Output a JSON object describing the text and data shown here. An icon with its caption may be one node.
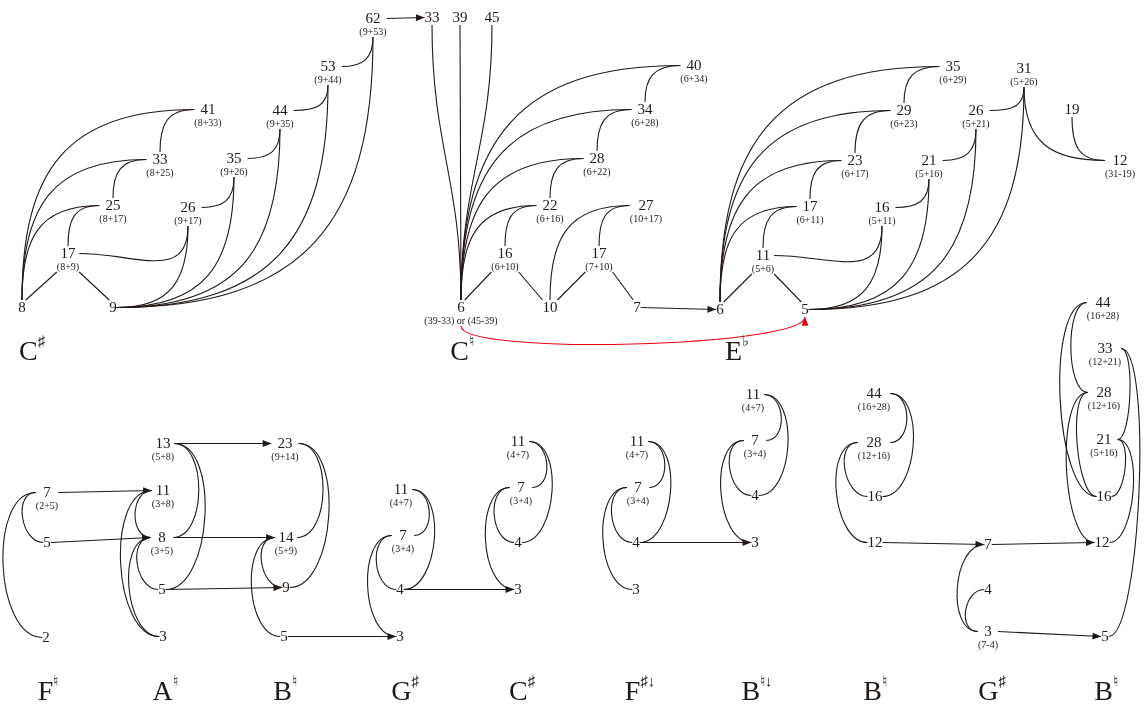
{
  "diagram": {
    "nodes": [
      {
        "text": [
          "8"
        ]
      },
      {
        "text": [
          "9"
        ]
      },
      {
        "text": [
          "17",
          "(8+9)"
        ]
      },
      {
        "text": [
          "25",
          "(8+17)"
        ]
      },
      {
        "text": [
          "26",
          "(9+17)"
        ]
      },
      {
        "text": [
          "33",
          "(8+25)"
        ]
      },
      {
        "text": [
          "35",
          "(9+26)"
        ]
      },
      {
        "text": [
          "41",
          "(8+33)"
        ]
      },
      {
        "text": [
          "44",
          "(9+35)"
        ]
      },
      {
        "text": [
          "53",
          "(9+44)"
        ]
      },
      {
        "text": [
          "62",
          "(9+53)"
        ]
      },
      {
        "text": [
          "33"
        ]
      },
      {
        "text": [
          "39"
        ]
      },
      {
        "text": [
          "45"
        ]
      },
      {
        "text": [
          "6",
          "(39-33) or (45-39)"
        ]
      },
      {
        "text": [
          "10"
        ]
      },
      {
        "text": [
          "7"
        ]
      },
      {
        "text": [
          "16",
          "(6+10)"
        ]
      },
      {
        "text": [
          "17",
          "(7+10)"
        ]
      },
      {
        "text": [
          "22",
          "(6+16)"
        ]
      },
      {
        "text": [
          "27",
          "(10+17)"
        ]
      },
      {
        "text": [
          "28",
          "(6+22)"
        ]
      },
      {
        "text": [
          "34",
          "(6+28)"
        ]
      },
      {
        "text": [
          "40",
          "(6+34)"
        ]
      },
      {
        "text": [
          "6"
        ]
      },
      {
        "text": [
          "5"
        ]
      },
      {
        "text": [
          "11",
          "(5+6)"
        ]
      },
      {
        "text": [
          "17",
          "(6+11)"
        ]
      },
      {
        "text": [
          "16",
          "(5+11)"
        ]
      },
      {
        "text": [
          "23",
          "(6+17)"
        ]
      },
      {
        "text": [
          "21",
          "(5+16)"
        ]
      },
      {
        "text": [
          "29",
          "(6+23)"
        ]
      },
      {
        "text": [
          "26",
          "(5+21)"
        ]
      },
      {
        "text": [
          "35",
          "(6+29)"
        ]
      },
      {
        "text": [
          "31",
          "(5+26)"
        ]
      },
      {
        "text": [
          "19"
        ]
      },
      {
        "text": [
          "12",
          "(31-19)"
        ]
      },
      {
        "text": [
          "7",
          "(2+5)"
        ]
      },
      {
        "text": [
          "5"
        ]
      },
      {
        "text": [
          "2"
        ]
      },
      {
        "text": [
          "13",
          "(5+8)"
        ]
      },
      {
        "text": [
          "11",
          "(3+8)"
        ]
      },
      {
        "text": [
          "8",
          "(3+5)"
        ]
      },
      {
        "text": [
          "5"
        ]
      },
      {
        "text": [
          "3"
        ]
      },
      {
        "text": [
          "23",
          "(9+14)"
        ]
      },
      {
        "text": [
          "14",
          "(5+9)"
        ]
      },
      {
        "text": [
          "9"
        ]
      },
      {
        "text": [
          "5"
        ]
      },
      {
        "text": [
          "11",
          "(4+7)"
        ]
      },
      {
        "text": [
          "7",
          "(3+4)"
        ]
      },
      {
        "text": [
          "4"
        ]
      },
      {
        "text": [
          "3"
        ]
      },
      {
        "text": [
          "11",
          "(4+7)"
        ]
      },
      {
        "text": [
          "7",
          "(3+4)"
        ]
      },
      {
        "text": [
          "4"
        ]
      },
      {
        "text": [
          "3"
        ]
      },
      {
        "text": [
          "11",
          "(4+7)"
        ]
      },
      {
        "text": [
          "7",
          "(3+4)"
        ]
      },
      {
        "text": [
          "4"
        ]
      },
      {
        "text": [
          "3"
        ]
      },
      {
        "text": [
          "11",
          "(4+7)"
        ]
      },
      {
        "text": [
          "7",
          "(3+4)"
        ]
      },
      {
        "text": [
          "4"
        ]
      },
      {
        "text": [
          "3"
        ]
      },
      {
        "text": [
          "44",
          "(16+28)"
        ]
      },
      {
        "text": [
          "28",
          "(12+16)"
        ]
      },
      {
        "text": [
          "16"
        ]
      },
      {
        "text": [
          "12"
        ]
      },
      {
        "text": [
          "7"
        ]
      },
      {
        "text": [
          "4"
        ]
      },
      {
        "text": [
          "3",
          "(7-4)"
        ]
      },
      {
        "text": [
          "44",
          "(16+28)"
        ]
      },
      {
        "text": [
          "33",
          "(12+21)"
        ]
      },
      {
        "text": [
          "28",
          "(12+16)"
        ]
      },
      {
        "text": [
          "21",
          "(5+16)"
        ]
      },
      {
        "text": [
          "16"
        ]
      },
      {
        "text": [
          "12"
        ]
      },
      {
        "text": [
          "5"
        ]
      }
    ],
    "edges": [
      {
        "from": 0,
        "to": 2,
        "arrow": "none"
      },
      {
        "from": 1,
        "to": 2,
        "arrow": "none"
      },
      {
        "from": 2,
        "to": 3,
        "arrow": "none"
      },
      {
        "from": 0,
        "to": 3,
        "arrow": "none"
      },
      {
        "from": 3,
        "to": 5,
        "arrow": "none"
      },
      {
        "from": 0,
        "to": 5,
        "arrow": "none"
      },
      {
        "from": 5,
        "to": 7,
        "arrow": "none"
      },
      {
        "from": 0,
        "to": 7,
        "arrow": "none"
      },
      {
        "from": 2,
        "to": 4,
        "arrow": "none"
      },
      {
        "from": 1,
        "to": 4,
        "arrow": "none"
      },
      {
        "from": 4,
        "to": 6,
        "arrow": "none"
      },
      {
        "from": 1,
        "to": 6,
        "arrow": "none"
      },
      {
        "from": 6,
        "to": 8,
        "arrow": "none"
      },
      {
        "from": 1,
        "to": 8,
        "arrow": "none"
      },
      {
        "from": 8,
        "to": 9,
        "arrow": "none"
      },
      {
        "from": 1,
        "to": 9,
        "arrow": "none"
      },
      {
        "from": 9,
        "to": 10,
        "arrow": "none"
      },
      {
        "from": 1,
        "to": 10,
        "arrow": "none"
      },
      {
        "from": 10,
        "to": 11,
        "arrow": "to"
      },
      {
        "from": 14,
        "to": 17,
        "arrow": "none"
      },
      {
        "from": 15,
        "to": 17,
        "arrow": "none"
      },
      {
        "from": 15,
        "to": 18,
        "arrow": "none"
      },
      {
        "from": 16,
        "to": 18,
        "arrow": "none"
      },
      {
        "from": 17,
        "to": 19,
        "arrow": "none"
      },
      {
        "from": 14,
        "to": 19,
        "arrow": "none"
      },
      {
        "from": 19,
        "to": 21,
        "arrow": "none"
      },
      {
        "from": 14,
        "to": 21,
        "arrow": "none"
      },
      {
        "from": 21,
        "to": 22,
        "arrow": "none"
      },
      {
        "from": 14,
        "to": 22,
        "arrow": "none"
      },
      {
        "from": 22,
        "to": 23,
        "arrow": "none"
      },
      {
        "from": 14,
        "to": 23,
        "arrow": "none"
      },
      {
        "from": 15,
        "to": 20,
        "arrow": "none"
      },
      {
        "from": 18,
        "to": 20,
        "arrow": "none"
      },
      {
        "from": 14,
        "to": 11,
        "arrow": "none"
      },
      {
        "from": 14,
        "to": 12,
        "arrow": "none"
      },
      {
        "from": 14,
        "to": 13,
        "arrow": "none"
      },
      {
        "from": 16,
        "to": 24,
        "arrow": "to"
      },
      {
        "from": 14,
        "to": 25,
        "arrow": "to",
        "color": "#e60012"
      },
      {
        "from": 24,
        "to": 26,
        "arrow": "none"
      },
      {
        "from": 25,
        "to": 26,
        "arrow": "none"
      },
      {
        "from": 26,
        "to": 27,
        "arrow": "none"
      },
      {
        "from": 24,
        "to": 27,
        "arrow": "none"
      },
      {
        "from": 27,
        "to": 29,
        "arrow": "none"
      },
      {
        "from": 24,
        "to": 29,
        "arrow": "none"
      },
      {
        "from": 29,
        "to": 31,
        "arrow": "none"
      },
      {
        "from": 24,
        "to": 31,
        "arrow": "none"
      },
      {
        "from": 31,
        "to": 33,
        "arrow": "none"
      },
      {
        "from": 24,
        "to": 33,
        "arrow": "none"
      },
      {
        "from": 26,
        "to": 28,
        "arrow": "none"
      },
      {
        "from": 25,
        "to": 28,
        "arrow": "none"
      },
      {
        "from": 28,
        "to": 30,
        "arrow": "none"
      },
      {
        "from": 25,
        "to": 30,
        "arrow": "none"
      },
      {
        "from": 30,
        "to": 32,
        "arrow": "none"
      },
      {
        "from": 25,
        "to": 32,
        "arrow": "none"
      },
      {
        "from": 32,
        "to": 34,
        "arrow": "none"
      },
      {
        "from": 25,
        "to": 34,
        "arrow": "none"
      },
      {
        "from": 34,
        "to": 36,
        "arrow": "none"
      },
      {
        "from": 35,
        "to": 36,
        "arrow": "none"
      },
      {
        "from": 37,
        "to": 38,
        "arrow": "none"
      },
      {
        "from": 37,
        "to": 39,
        "arrow": "none"
      },
      {
        "from": 37,
        "to": 41,
        "arrow": "to"
      },
      {
        "from": 38,
        "to": 42,
        "arrow": "to"
      },
      {
        "from": 41,
        "to": 42,
        "arrow": "none"
      },
      {
        "from": 41,
        "to": 44,
        "arrow": "none"
      },
      {
        "from": 42,
        "to": 43,
        "arrow": "none"
      },
      {
        "from": 42,
        "to": 44,
        "arrow": "none"
      },
      {
        "from": 40,
        "to": 42,
        "arrow": "none"
      },
      {
        "from": 40,
        "to": 43,
        "arrow": "none"
      },
      {
        "from": 40,
        "to": 45,
        "arrow": "to"
      },
      {
        "from": 42,
        "to": 46,
        "arrow": "to"
      },
      {
        "from": 43,
        "to": 47,
        "arrow": "to"
      },
      {
        "from": 45,
        "to": 46,
        "arrow": "none"
      },
      {
        "from": 45,
        "to": 47,
        "arrow": "none"
      },
      {
        "from": 46,
        "to": 47,
        "arrow": "none"
      },
      {
        "from": 46,
        "to": 48,
        "arrow": "none"
      },
      {
        "from": 48,
        "to": 52,
        "arrow": "to"
      },
      {
        "from": 49,
        "to": 50,
        "arrow": "none"
      },
      {
        "from": 49,
        "to": 51,
        "arrow": "none"
      },
      {
        "from": 50,
        "to": 51,
        "arrow": "none"
      },
      {
        "from": 50,
        "to": 52,
        "arrow": "none"
      },
      {
        "from": 51,
        "to": 56,
        "arrow": "to"
      },
      {
        "from": 53,
        "to": 54,
        "arrow": "none"
      },
      {
        "from": 53,
        "to": 55,
        "arrow": "none"
      },
      {
        "from": 54,
        "to": 55,
        "arrow": "none"
      },
      {
        "from": 54,
        "to": 56,
        "arrow": "none"
      },
      {
        "from": 57,
        "to": 58,
        "arrow": "none"
      },
      {
        "from": 57,
        "to": 59,
        "arrow": "none"
      },
      {
        "from": 58,
        "to": 59,
        "arrow": "none"
      },
      {
        "from": 58,
        "to": 60,
        "arrow": "none"
      },
      {
        "from": 59,
        "to": 64,
        "arrow": "to"
      },
      {
        "from": 61,
        "to": 62,
        "arrow": "none"
      },
      {
        "from": 61,
        "to": 63,
        "arrow": "none"
      },
      {
        "from": 62,
        "to": 63,
        "arrow": "none"
      },
      {
        "from": 62,
        "to": 64,
        "arrow": "none"
      },
      {
        "from": 65,
        "to": 66,
        "arrow": "none"
      },
      {
        "from": 65,
        "to": 67,
        "arrow": "none"
      },
      {
        "from": 66,
        "to": 67,
        "arrow": "none"
      },
      {
        "from": 66,
        "to": 68,
        "arrow": "none"
      },
      {
        "from": 68,
        "to": 69,
        "arrow": "to"
      },
      {
        "from": 69,
        "to": 71,
        "arrow": "none"
      },
      {
        "from": 70,
        "to": 71,
        "arrow": "none"
      },
      {
        "from": 69,
        "to": 77,
        "arrow": "to"
      },
      {
        "from": 71,
        "to": 78,
        "arrow": "to"
      },
      {
        "from": 72,
        "to": 74,
        "arrow": "none"
      },
      {
        "from": 72,
        "to": 76,
        "arrow": "none"
      },
      {
        "from": 74,
        "to": 76,
        "arrow": "none"
      },
      {
        "from": 74,
        "to": 77,
        "arrow": "none"
      },
      {
        "from": 73,
        "to": 75,
        "arrow": "none"
      },
      {
        "from": 73,
        "to": 78,
        "arrow": "none"
      },
      {
        "from": 75,
        "to": 76,
        "arrow": "none"
      },
      {
        "from": 75,
        "to": 77,
        "arrow": "none"
      }
    ],
    "labels": [
      "C$^{♯}$",
      "C$^{♮}$",
      "E$^{♭}$",
      "F$^{♮}$",
      "A$^{♮}$",
      "B$^{♮}$",
      "G$^{♯}$",
      "C$^{♯}$",
      "F$^{♯↓}$",
      "B$^{♮↓}$",
      "B$^{♮}$",
      "G$^{♯}$",
      "B$^{♮}$"
    ]
  }
}
